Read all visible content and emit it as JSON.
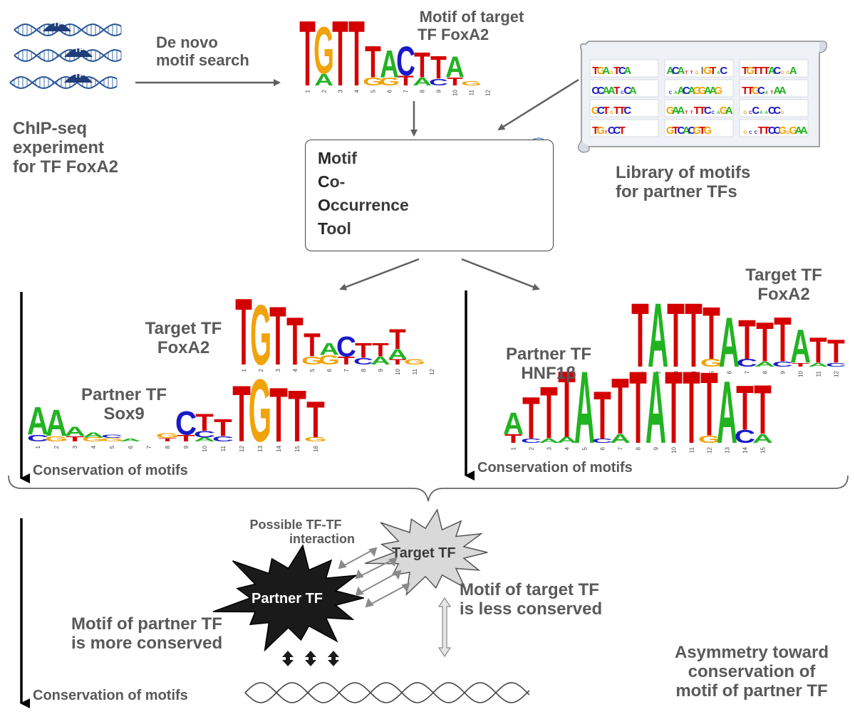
{
  "colors": {
    "A": "#22b322",
    "C": "#1a1ac6",
    "G": "#f0a30a",
    "T": "#d40000",
    "arrow_gray": "#606060",
    "text_gray": "#595959",
    "ball_green": "#5aa02c",
    "ball_yellow": "#f5b800",
    "cat_blue": "#5b8fc9",
    "burst_dark": "#1a1a1a",
    "burst_light": "#d9d9d9"
  },
  "chip": {
    "tf_badge": "TF",
    "caption": [
      "ChIP-seq",
      "experiment",
      "for TF FoxA2"
    ]
  },
  "denovo": {
    "label": [
      "De novo",
      "motif search"
    ]
  },
  "motif_top": {
    "title": [
      "Motif of target",
      "TF FoxA2"
    ],
    "positions": [
      "1",
      "2",
      "3",
      "4",
      "5",
      "6",
      "7",
      "8",
      "9",
      "10",
      "11",
      "12"
    ]
  },
  "library": {
    "caption": [
      "Library of motifs",
      "for partner TFs"
    ],
    "snippets": [
      "TGA.TCA",
      "ACA...IGT.C",
      "TGTTTAC..A",
      "CCAAT.CA",
      "..ACAGGAAG",
      "TTGC..AA",
      "GCT.TTC",
      "GAA..TTC..GA",
      "..C..CC.",
      "TG.CCT",
      "GTCACGTG",
      "...TTCCG.GAA"
    ]
  },
  "tool": {
    "lines": [
      {
        "first": "M",
        "rest": "otif"
      },
      {
        "first": "C",
        "rest": "o-"
      },
      {
        "first": "O",
        "rest": "ccurrence"
      },
      {
        "first": "T",
        "rest": "ool"
      }
    ]
  },
  "left_panel": {
    "target_label": [
      "Target TF",
      "FoxA2"
    ],
    "partner_label": [
      "Partner TF",
      "Sox9"
    ],
    "target_positions": [
      "1",
      "2",
      "3",
      "4",
      "5",
      "6",
      "7",
      "8",
      "9",
      "10",
      "11",
      "12"
    ],
    "partner_positions": [
      "1",
      "2",
      "3",
      "4",
      "5",
      "6",
      "7",
      "8",
      "9",
      "10",
      "11",
      "12",
      "13",
      "14",
      "15",
      "16"
    ],
    "conservation": "Conservation of motifs"
  },
  "right_panel": {
    "target_label": [
      "Target TF",
      "FoxA2"
    ],
    "partner_label": [
      "Partner TF",
      "HNF1β"
    ],
    "target_positions": [
      "1",
      "2",
      "3",
      "4",
      "5",
      "6",
      "7",
      "8",
      "9",
      "10",
      "11",
      "12"
    ],
    "partner_positions": [
      "1",
      "2",
      "3",
      "4",
      "5",
      "6",
      "7",
      "8",
      "9",
      "10",
      "11",
      "12",
      "13",
      "14",
      "15"
    ],
    "conservation": "Conservation of motifs"
  },
  "bottom": {
    "interaction": [
      "Possible TF-TF",
      "interaction"
    ],
    "target_burst": "Target TF",
    "partner_burst": "Partner TF",
    "target_motif": [
      "Motif of target TF",
      "is less conserved"
    ],
    "partner_motif": [
      "Motif of partner TF",
      "is more conserved"
    ],
    "conservation": "Conservation of motifs",
    "asymmetry": [
      "Asymmetry toward",
      "conservation of",
      "motif of partner TF"
    ]
  }
}
